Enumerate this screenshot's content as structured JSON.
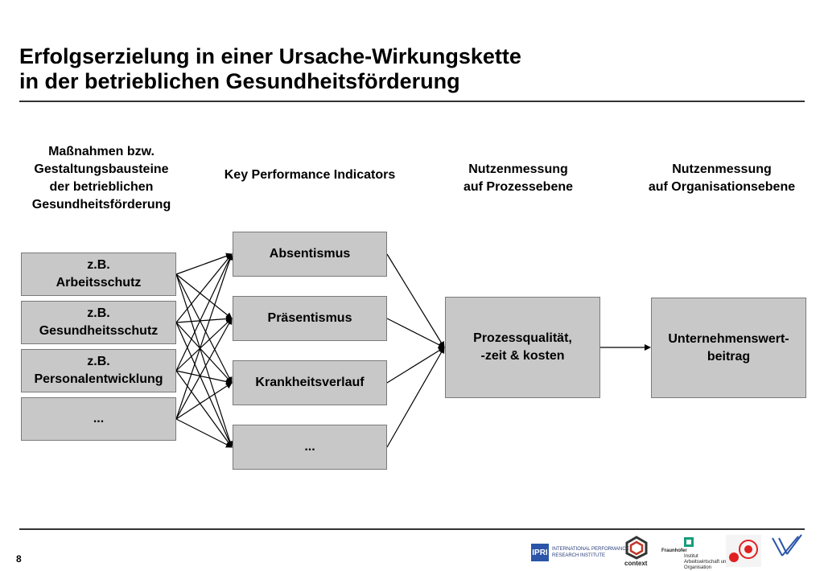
{
  "title": {
    "line1": "Erfolgserzielung in einer Ursache-Wirkungskette",
    "line2": "in der betrieblichen Gesundheitsförderung"
  },
  "columns": {
    "measures": [
      "Maßnahmen bzw.",
      "Gestaltungsbausteine",
      "der betrieblichen",
      "Gesundheitsförderung"
    ],
    "kpi": [
      "Key Performance Indicators"
    ],
    "process": [
      "Nutzenmessung",
      "auf Prozessebene"
    ],
    "organisation": [
      "Nutzenmessung",
      "auf Organisationsebene"
    ]
  },
  "measure_boxes": [
    {
      "line1": "z.B.",
      "line2": "Arbeitsschutz"
    },
    {
      "line1": "z.B.",
      "line2": "Gesundheitsschutz"
    },
    {
      "line1": "z.B.",
      "line2": "Personalentwicklung"
    },
    {
      "line1": "...",
      "line2": ""
    }
  ],
  "kpi_boxes": [
    {
      "label": "Absentismus"
    },
    {
      "label": "Präsentismus"
    },
    {
      "label": "Krankheitsverlauf"
    },
    {
      "label": "..."
    }
  ],
  "process_box": {
    "line1": "Prozessqualität,",
    "line2": "-zeit & kosten"
  },
  "org_box": {
    "line1": "Unternehmenswert-",
    "line2": "beitrag"
  },
  "footer": {
    "page_number": "8",
    "ipri_badge": "IPRI",
    "ipri_line1": "INTERNATIONAL PERFORMANCE",
    "ipri_line2": "RESEARCH INSTITUTE",
    "context": "context",
    "fraunhofer_line1": "Fraunhofer",
    "fraunhofer_line2": "Institut",
    "fraunhofer_line3": "Arbeitswirtschaft und",
    "fraunhofer_line4": "Organisation"
  },
  "colors": {
    "box_fill": "#c8c8c8",
    "box_border": "#7a7a7a",
    "arrow": "#000000"
  }
}
